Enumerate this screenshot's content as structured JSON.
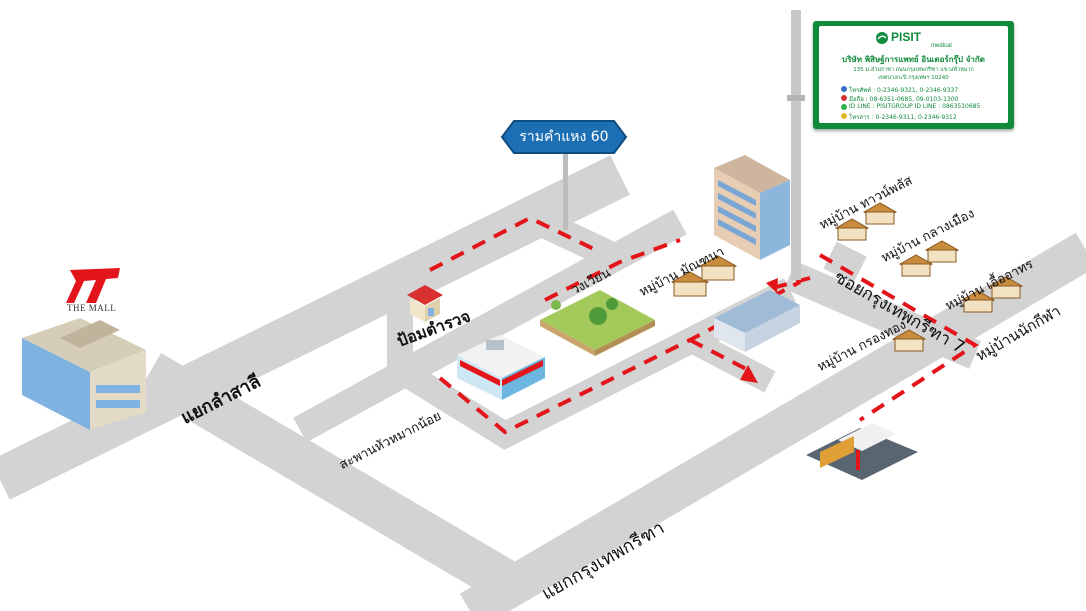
{
  "street_sign": {
    "label": "รามคำแหง 60"
  },
  "landmarks": {
    "the_mall": "THE MALL",
    "police_box": "ป้อมตำรวจ",
    "roundabout": "วงเวียน"
  },
  "roads": {
    "lamsali_junction": "แยกลำสาลี",
    "huamak_noi_bridge": "สะพานหัวหมากน้อย",
    "krungthep_kreetha_junction": "แยกกรุงเทพกรีฑา",
    "soi_krungthep_kreetha_7": "ซอยกรุงเทพกรีฑา 7",
    "village_nakkeela": "หมู่บ้านนักกีฬา"
  },
  "villages": {
    "mantana": "หมู่บ้าน มัณฑนา",
    "townplus": "หมู่บ้าน ทาวน์พลัส",
    "klangmuang": "หมู่บ้าน กลางเมือง",
    "euaarthorn": "หมู่บ้าน เอื้ออาทร",
    "krongthong": "หมู่บ้าน กรองทอง"
  },
  "company_card": {
    "brand": "PISIT",
    "brand_sub": "medical",
    "name": "บริษัท พิสิษฐ์การแพทย์ อินเตอร์กรุ๊ป จำกัด",
    "address_line1": "135 ม.ส่วนราชา ถนนกรุงเทพกรีฑา แขวงหัวหมาก",
    "address_line2": "เขตบางกะปิ กรุงเทพฯ 10240",
    "phone": "โทรศัพท์ : 0-2346-9321, 0-2346-9337",
    "mobile": "มือถือ : 08-6351-0685, 09-0103-1300",
    "line": "ID LINE : PISITGROUP ID LINE : 0863510685",
    "fax": "โทรสาร : 0-2346-9311, 0-2346-9312"
  },
  "colors": {
    "road": "#d3d3d3",
    "route": "#e3141a",
    "brand_green": "#118a3b",
    "sign_blue": "#1c6fb3"
  }
}
